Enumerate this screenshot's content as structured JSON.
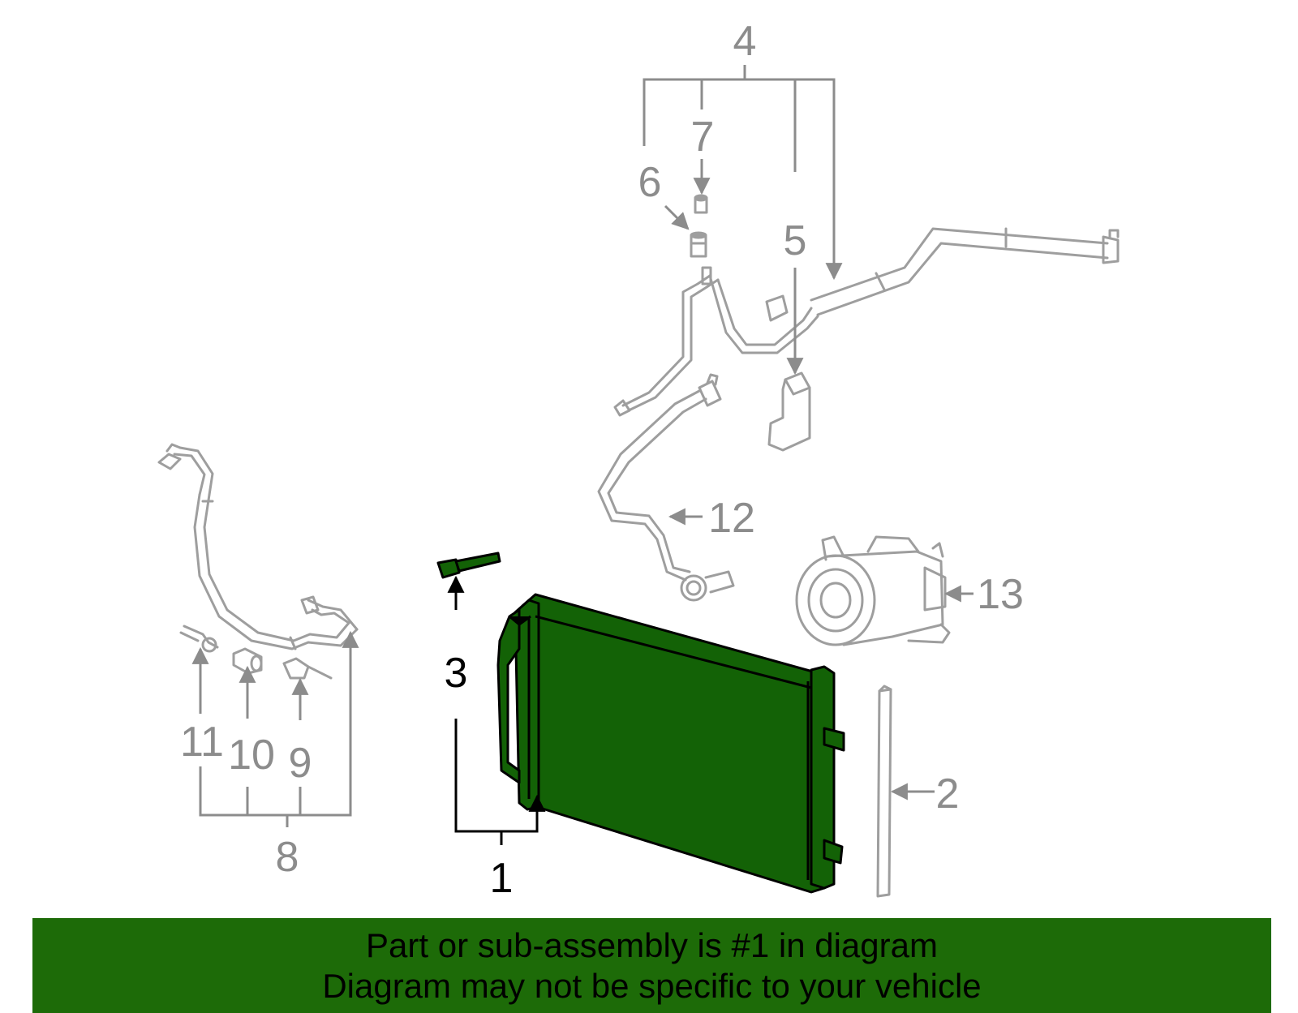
{
  "colors": {
    "highlight_fill": "#136206",
    "highlight_stroke": "#000000",
    "part_line": "#9e9e9e",
    "callout_gray": "#8c8c8c",
    "callout_black": "#000000",
    "banner_bg": "#1d6b08"
  },
  "callouts": {
    "c1": "1",
    "c2": "2",
    "c3": "3",
    "c4": "4",
    "c5": "5",
    "c6": "6",
    "c7": "7",
    "c8": "8",
    "c9": "9",
    "c10": "10",
    "c11": "11",
    "c12": "12",
    "c13": "13"
  },
  "banner": {
    "line1": "Part or sub-assembly is #1 in diagram",
    "line2": "Diagram may not be specific to your vehicle"
  }
}
